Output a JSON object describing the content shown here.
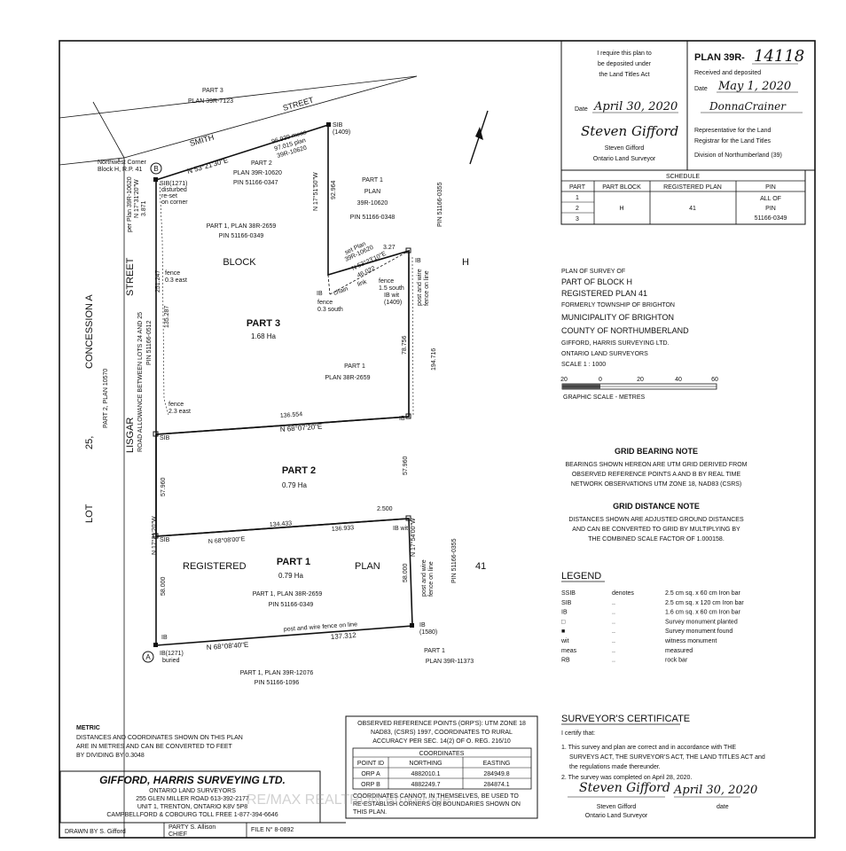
{
  "plan": {
    "number_label": "PLAN 39R-",
    "number_hand": "14118",
    "received": "Received and deposited",
    "date_label": "Date",
    "date_hand": "May 1, 2020",
    "registrar_sig": "DonnaCrainer",
    "rep1": "Representative for the Land",
    "rep2": "Registrar for the Land Titles",
    "rep3": "Division of Northumberland (39)"
  },
  "deposit": {
    "l1": "I require this plan to",
    "l2": "be deposited under",
    "l3": "the Land Titles Act",
    "date_label": "Date",
    "date_hand": "April 30, 2020",
    "signature": "Steven Gifford",
    "name": "Steven Gifford",
    "title": "Ontario Land Surveyor"
  },
  "schedule": {
    "title": "SCHEDULE",
    "headers": [
      "PART",
      "PART BLOCK",
      "REGISTERED PLAN",
      "PIN"
    ],
    "parts": [
      "1",
      "2",
      "3"
    ],
    "block": "H",
    "plan": "41",
    "pin": [
      "ALL OF",
      "PIN",
      "51166-0349"
    ]
  },
  "title_block": {
    "l1": "PLAN OF SURVEY OF",
    "l2": "PART OF BLOCK H",
    "l3": "REGISTERED PLAN 41",
    "l4": "FORMERLY TOWNSHIP OF BRIGHTON",
    "l5": "MUNICIPALITY OF BRIGHTON",
    "l6": "COUNTY OF NORTHUMBERLAND",
    "l7": "GIFFORD, HARRIS SURVEYING LTD.",
    "l8": "ONTARIO LAND SURVEYORS",
    "l9": "SCALE 1 : 1000",
    "scale_ticks": [
      "20",
      "0",
      "20",
      "40",
      "60"
    ],
    "scale_caption": "GRAPHIC SCALE - METRES"
  },
  "grid_bearing": {
    "title": "GRID BEARING NOTE",
    "lines": [
      "BEARINGS SHOWN HEREON ARE UTM GRID DERIVED FROM",
      "OBSERVED REFERENCE POINTS A AND B BY REAL TIME",
      "NETWORK OBSERVATIONS UTM ZONE 18, NAD83 (CSRS)"
    ]
  },
  "grid_distance": {
    "title": "GRID DISTANCE NOTE",
    "lines": [
      "DISTANCES SHOWN ARE ADJUSTED GROUND DISTANCES",
      "AND CAN BE CONVERTED TO GRID BY MULTIPLYING BY",
      "THE COMBINED SCALE FACTOR OF 1.000158."
    ]
  },
  "legend": {
    "title": "LEGEND",
    "rows": [
      [
        "SSIB",
        "denotes",
        "2.5 cm sq. x 60 cm Iron bar"
      ],
      [
        "SIB",
        "..",
        "2.5 cm sq. x 120 cm Iron bar"
      ],
      [
        "IB",
        "..",
        "1.6 cm sq. x 60 cm Iron bar"
      ],
      [
        "□",
        "..",
        "Survey monument planted"
      ],
      [
        "■",
        "..",
        "Survey monument found"
      ],
      [
        "wit",
        "..",
        "witness monument"
      ],
      [
        "meas",
        "..",
        "measured"
      ],
      [
        "RB",
        "..",
        "rock bar"
      ]
    ]
  },
  "certificate": {
    "title": "SURVEYOR'S CERTIFICATE",
    "l0": "I certify that:",
    "l1": "1. This survey and plan are correct and in accordance with THE",
    "l2": "SURVEYS ACT, THE SURVEYOR'S ACT, THE LAND TITLES ACT and",
    "l3": "the regulations made thereunder.",
    "l4": "2. The survey was completed on April 28, 2020.",
    "sig": "Steven Gifford",
    "sig_date": "April 30, 2020",
    "name": "Steven Gifford",
    "title2": "Ontario Land Surveyor",
    "date_label": "date"
  },
  "metric": {
    "title": "METRIC",
    "l1": "DISTANCES AND COORDINATES SHOWN ON THIS PLAN",
    "l2": "ARE IN METRES AND CAN BE CONVERTED TO FEET",
    "l3": "BY DIVIDING BY 0.3048"
  },
  "firm": {
    "name": "GIFFORD, HARRIS SURVEYING LTD.",
    "l1": "ONTARIO LAND SURVEYORS",
    "l2": "255 GLEN MILLER ROAD  613-392-2177",
    "l3": "UNIT 1, TRENTON, ONTARIO K8V 5P8",
    "l4": "CAMPBELLFORD & COBOURG TOLL FREE 1-877-394-6646"
  },
  "footer": {
    "drawn": "DRAWN BY  S. Gifford",
    "party": "PARTY  S. Allison",
    "chief": "CHIEF",
    "file": "FILE N°  8-0892"
  },
  "orp": {
    "l1": "OBSERVED REFERENCE POINTS (ORP'S): UTM ZONE 18",
    "l2": "NAD83, (CSRS) 1997, COORDINATES TO RURAL",
    "l3": "ACCURACY PER SEC. 14(2) OF O. REG. 216/10",
    "coord_title": "COORDINATES",
    "headers": [
      "POINT ID",
      "NORTHING",
      "EASTING"
    ],
    "rows": [
      [
        "ORP A",
        "4882010.1",
        "284949.8"
      ],
      [
        "ORP B",
        "4882249.7",
        "284874.1"
      ]
    ],
    "n1": "COORDINATES CANNOT, IN THEMSELVES, BE USED TO",
    "n2": "RE-ESTABLISH CORNERS OR BOUNDARIES SHOWN ON",
    "n3": "THIS PLAN."
  },
  "watermark": "RE/MAX REALTRON Brokerage",
  "map": {
    "part3_plan_a": "PART 3",
    "part3_plan_b": "PLAN 39R-7123",
    "smith_a": "SMITH",
    "smith_b": "STREET",
    "nw_corner": "Northwest Corner",
    "nw_block": "Block H, R.P. 41",
    "brg_top": "N 53°21'30\"E",
    "dist_top1": "96.939 meas",
    "dist_top2": "97.015 plan",
    "dist_top3": "39R-10620",
    "p2_l1": "PART 2",
    "p2_l2": "PLAN 39R-10620",
    "p2_l3": "PIN 51166-0347",
    "sib_1409": "SIB",
    "sib_1409b": "(1409)",
    "p1_l1": "PART 1",
    "p1_l2": "PLAN",
    "p1_l3": "39R-10620",
    "p1_l4": "PIN 51166-0348",
    "brg_17": "N 17°51'50\"W",
    "d92": "92.964",
    "pin0355": "PIN 51166-0355",
    "sib1271a": "SIB(1271)",
    "sib1271b": "disturbed",
    "sib1271c": "re-set",
    "sib1271d": "on corner",
    "per_plan": "per Plan 39R-10620",
    "brg_left_top": "N 17°31'20\"W",
    "d3871": "3.871",
    "p1_38_l1": "PART 1, PLAN 38R-2659",
    "p1_38_l2": "PIN 51166-0349",
    "block": "BLOCK",
    "h": "H",
    "setplan": "set Plan",
    "setplan2": "39R-10620",
    "brg_5323": "N 53°23'10\"E",
    "d46": "46.022",
    "d327": "3.27",
    "ib": "IB",
    "fence_05": "fence",
    "fence_05b": "1.5 south",
    "ibwit": "IB wit",
    "ib1409": "(1409)",
    "chain": "chain",
    "link": "link",
    "fence03s": "fence",
    "fence03s2": "0.3 south",
    "postwire": "post and wire",
    "fenceonline": "fence on line",
    "fence03e": "fence",
    "fence03e2": "0.3 east",
    "part3": "PART 3",
    "part3_area": "1.68 Ha",
    "d251": "251.247",
    "d135": "135.287",
    "d78": "78.756",
    "d194": "194.716",
    "p1_r_l1": "PART 1",
    "p1_r_l2": "PLAN 38R-2659",
    "fence23": "fence",
    "fence23b": "2.3 east",
    "d136": "136.554",
    "brg_6807": "N 68°07'20\"E",
    "sib": "SIB",
    "part2": "PART 2",
    "part2_area": "0.79 Ha",
    "d5796": "57.960",
    "d2500": "2.500",
    "d134": "134.433",
    "d136b": "136.933",
    "brg_6808": "N 68°08'00\"E",
    "ibwit2": "IB wit",
    "brg_1754": "N 17°54'00\"W",
    "registered": "REGISTERED",
    "plan": "PLAN",
    "n41": "41",
    "part1": "PART 1",
    "part1_area": "0.79 Ha",
    "p1_bot_l1": "PART 1, PLAN 38R-2659",
    "p1_bot_l2": "PIN 51166-0349",
    "d58": "58.000",
    "brg_1731": "N 17°31'20\"W",
    "d137": "137.312",
    "brg_6808b": "N 68°08'40\"E",
    "ib1580a": "IB",
    "ib1580b": "(1580)",
    "ib1271a": "IB(1271)",
    "ib1271b": "buried",
    "p1_39_l1": "PART 1, PLAN 39R-12076",
    "p1_39_l2": "PIN 51166-1096",
    "p1_br_l1": "PART 1",
    "p1_br_l2": "PLAN 39R-11373",
    "lot": "LOT",
    "n25": "25,",
    "concession": "CONCESSION A",
    "part2plan": "PART 2, PLAN 10570",
    "lisgar": "LISGAR",
    "street": "STREET",
    "road_allow": "ROAD ALLOWANCE BETWEEN LOTS 24 AND 25",
    "pin0512": "PIN 51166-0512",
    "post_wire_top": "post and wire fence on line",
    "point_a": "A",
    "point_b": "B"
  }
}
